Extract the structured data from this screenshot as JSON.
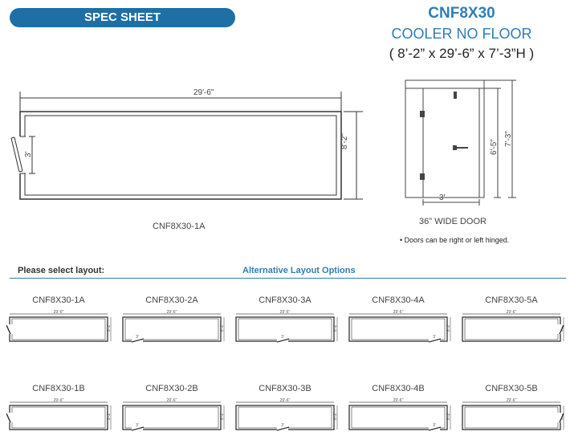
{
  "header": {
    "spec_label": "SPEC SHEET",
    "model": "CNF8X30",
    "type": "COOLER NO FLOOR",
    "dimensions": "( 8’-2” x 29’-6” x 7’-3”H )"
  },
  "plan": {
    "width_label": "29'-6\"",
    "depth_label": "8'-2\"",
    "door_label": "3'",
    "caption": "CNF8X30-1A"
  },
  "elevation": {
    "height_outer": "7'-3\"",
    "height_door": "6'-5\"",
    "door_width": "3'",
    "caption": "36\" WIDE DOOR",
    "note": "Doors can be right or left hinged."
  },
  "layout_section": {
    "select_label": "Please select layout:",
    "alt_label": "Alternative Layout Options"
  },
  "options": [
    {
      "name": "CNF8X30-1A",
      "door": "left"
    },
    {
      "name": "CNF8X30-2A",
      "door": "bottom-left"
    },
    {
      "name": "CNF8X30-3A",
      "door": "bottom-center"
    },
    {
      "name": "CNF8X30-4A",
      "door": "bottom-right"
    },
    {
      "name": "CNF8X30-5A",
      "door": "right"
    },
    {
      "name": "CNF8X30-1B",
      "door": "left"
    },
    {
      "name": "CNF8X30-2B",
      "door": "bottom-left"
    },
    {
      "name": "CNF8X30-3B",
      "door": "bottom-center"
    },
    {
      "name": "CNF8X30-4B",
      "door": "bottom-right"
    },
    {
      "name": "CNF8X30-5B",
      "door": "right"
    }
  ],
  "option_dims": {
    "width": "29'-6\"",
    "depth": "8'-2\"",
    "door": "3'"
  }
}
